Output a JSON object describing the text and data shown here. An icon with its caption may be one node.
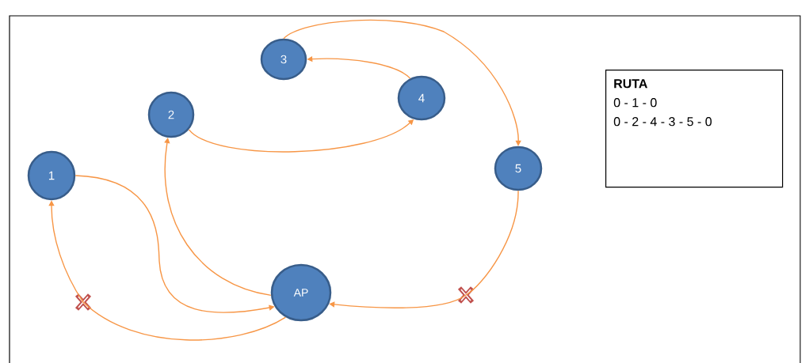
{
  "diagram": {
    "nodes": [
      {
        "text": [
          "1"
        ]
      },
      {
        "text": [
          "2"
        ]
      },
      {
        "text": [
          "3"
        ]
      },
      {
        "text": [
          "4"
        ]
      },
      {
        "text": [
          "5"
        ]
      },
      {
        "text": [
          "AP"
        ]
      },
      {
        "text": [
          "RUTA",
          "0 - 1 - 0",
          "0 - 2 - 4 - 3 - 5 - 0"
        ]
      }
    ],
    "edges": [
      {
        "from": 0,
        "to": 5,
        "arrow": "to"
      },
      {
        "from": 5,
        "to": 0,
        "arrow": "to"
      },
      {
        "from": 5,
        "to": 1,
        "arrow": "to"
      },
      {
        "from": 1,
        "to": 3,
        "arrow": "to"
      },
      {
        "from": 3,
        "to": 2,
        "arrow": "to"
      },
      {
        "from": 2,
        "to": 4,
        "arrow": "to"
      },
      {
        "from": 4,
        "to": 5,
        "arrow": "to"
      }
    ]
  }
}
